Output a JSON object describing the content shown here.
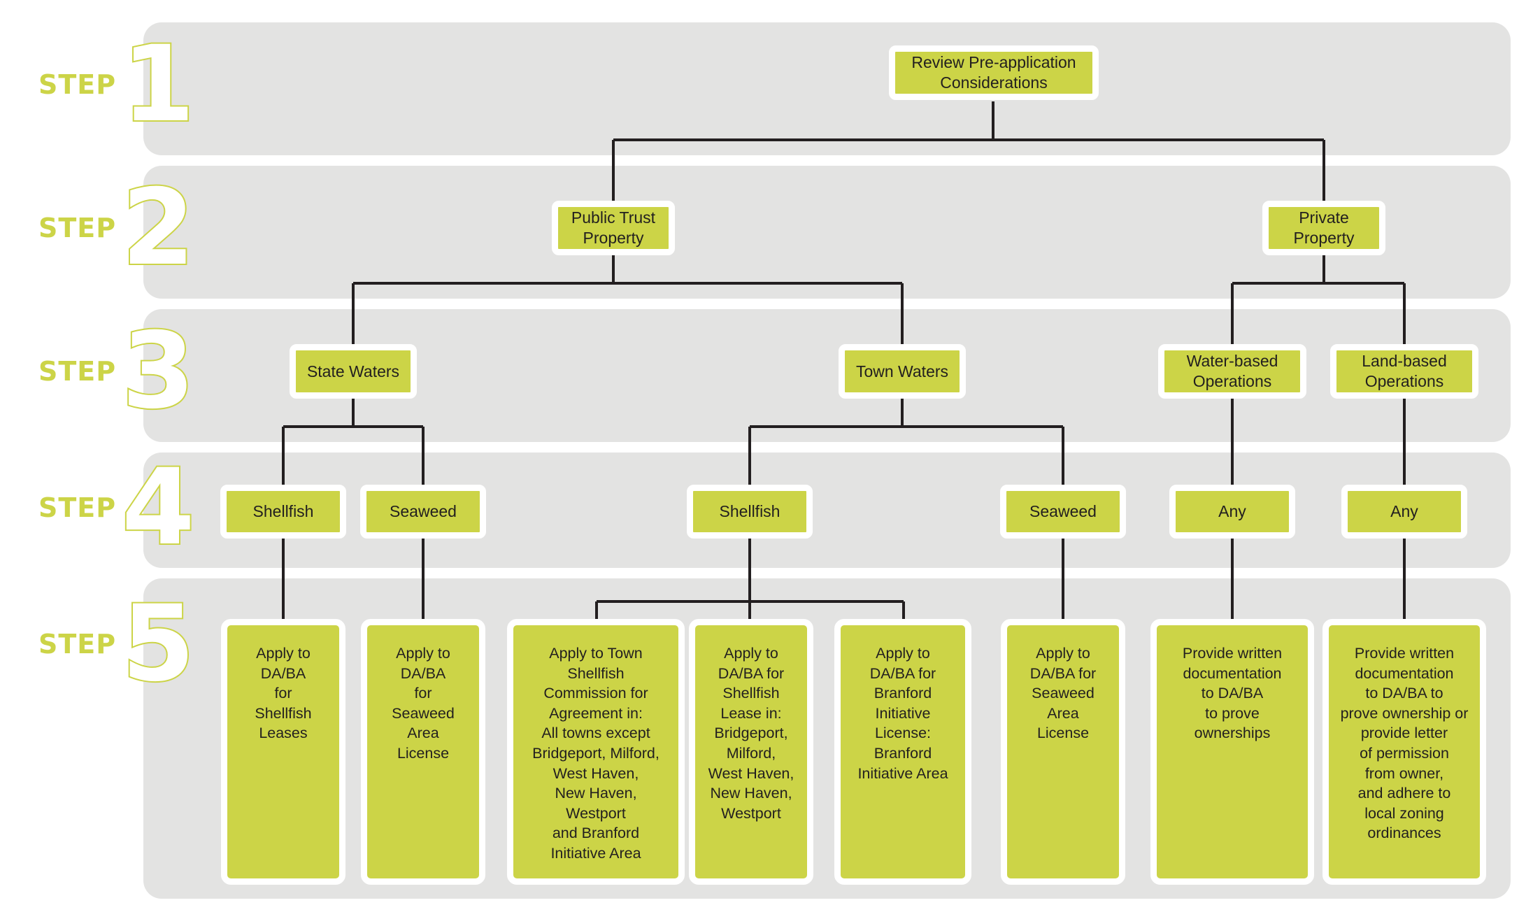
{
  "diagram": {
    "title": "Aquaculture Permitting Steps Flowchart",
    "accent_color": "#ccd447",
    "band_color": "#e3e3e2",
    "line_color": "#231f20",
    "text_color": "#221f1f",
    "step_word": "STEP"
  },
  "steps": [
    {
      "word": "STEP",
      "number": "1"
    },
    {
      "word": "STEP",
      "number": "2"
    },
    {
      "word": "STEP",
      "number": "3"
    },
    {
      "word": "STEP",
      "number": "4"
    },
    {
      "word": "STEP",
      "number": "5"
    }
  ],
  "nodes": {
    "step1": [
      {
        "id": "review",
        "label": "Review Pre-application\nConsiderations"
      }
    ],
    "step2": [
      {
        "id": "public-trust-property",
        "label": "Public Trust\nProperty"
      },
      {
        "id": "private-property",
        "label": "Private\nProperty"
      }
    ],
    "step3": [
      {
        "id": "state-waters",
        "label": "State Waters"
      },
      {
        "id": "town-waters",
        "label": "Town Waters"
      },
      {
        "id": "water-based-operations",
        "label": "Water-based\nOperations"
      },
      {
        "id": "land-based-operations",
        "label": "Land-based\nOperations"
      }
    ],
    "step4": [
      {
        "id": "state-shellfish",
        "label": "Shellfish"
      },
      {
        "id": "state-seaweed",
        "label": "Seaweed"
      },
      {
        "id": "town-shellfish",
        "label": "Shellfish"
      },
      {
        "id": "town-seaweed",
        "label": "Seaweed"
      },
      {
        "id": "water-any",
        "label": "Any"
      },
      {
        "id": "land-any",
        "label": "Any"
      }
    ],
    "step5": [
      {
        "id": "apply-state-shellfish-leases",
        "label": "Apply to\nDA/BA\nfor\nShellfish\nLeases"
      },
      {
        "id": "apply-state-seaweed-license",
        "label": "Apply to\nDA/BA\nfor\nSeaweed\nArea\nLicense"
      },
      {
        "id": "apply-town-shellfish-commission",
        "label": "Apply to Town\nShellfish\nCommission for\nAgreement in:\nAll towns except\nBridgeport, Milford,\nWest Haven,\nNew Haven,\nWestport\nand Branford\nInitiative Area"
      },
      {
        "id": "apply-shellfish-lease-towns",
        "label": "Apply to\nDA/BA for\nShellfish\nLease in:\nBridgeport,\nMilford,\nWest Haven,\nNew Haven,\nWestport"
      },
      {
        "id": "apply-branford-initiative-license",
        "label": "Apply to\nDA/BA for\nBranford\nInitiative\nLicense:\nBranford\nInitiative Area"
      },
      {
        "id": "apply-town-seaweed-license",
        "label": "Apply to\nDA/BA for\nSeaweed\nArea\nLicense"
      },
      {
        "id": "provide-documentation-ownership",
        "label": "Provide written\ndocumentation\nto DA/BA\nto prove\nownerships"
      },
      {
        "id": "provide-documentation-zoning",
        "label": "Provide written\ndocumentation\nto DA/BA to\nprove ownership or\nprovide  letter\nof permission\nfrom owner,\nand adhere to\nlocal zoning\nordinances"
      }
    ]
  }
}
